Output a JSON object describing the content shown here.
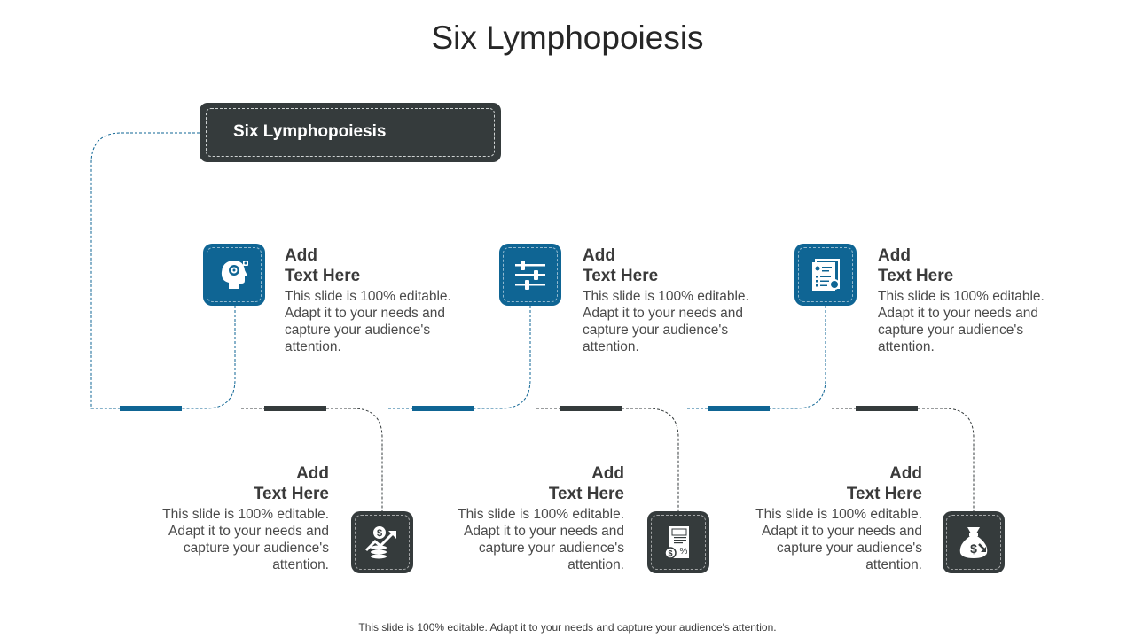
{
  "title": "Six Lymphopoiesis",
  "header_box": {
    "label": "Six Lymphopoiesis"
  },
  "items": [
    {
      "heading_line1": "Add",
      "heading_line2": "Text Here",
      "body": "This slide is 100% editable. Adapt it to your needs and capture your audience's attention.",
      "icon": "head-gears-icon"
    },
    {
      "heading_line1": "Add",
      "heading_line2": "Text Here",
      "body": "This slide is 100% editable. Adapt it to your needs and capture your audience's attention.",
      "icon": "sliders-icon"
    },
    {
      "heading_line1": "Add",
      "heading_line2": "Text Here",
      "body": "This slide is 100% editable. Adapt it to your needs and capture your audience's attention.",
      "icon": "resume-document-icon"
    },
    {
      "heading_line1": "Add",
      "heading_line2": "Text Here",
      "body": "This slide is 100% editable. Adapt it to your needs and capture your audience's attention.",
      "icon": "dollar-growth-icon"
    },
    {
      "heading_line1": "Add",
      "heading_line2": "Text Here",
      "body": "This slide is 100% editable. Adapt it to your needs and capture your audience's attention.",
      "icon": "tax-document-icon"
    },
    {
      "heading_line1": "Add",
      "heading_line2": "Text Here",
      "body": "This slide is 100% editable. Adapt it to your needs and capture your audience's attention.",
      "icon": "money-bag-icon"
    }
  ],
  "colors": {
    "blue": "#0f6594",
    "dark": "#353b3c"
  },
  "footer": "This slide is 100% editable. Adapt it to your needs and capture your audience's attention."
}
